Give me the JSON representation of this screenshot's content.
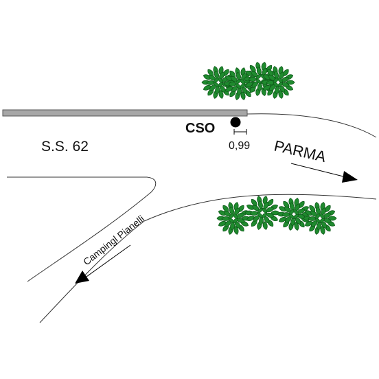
{
  "labels": {
    "road_name": "S.S. 62",
    "station": "CSO",
    "distance": "0,99",
    "direction_main": "PARMA",
    "direction_side": "Campingl Pianelli"
  },
  "colors": {
    "foliage": "#1f8a2e",
    "foliage_dark": "#0f5a1a",
    "barrier": "#a7a7a7",
    "line": "#333333"
  },
  "icons": {
    "station_marker": "filled-circle",
    "direction_arrow": "arrow"
  }
}
